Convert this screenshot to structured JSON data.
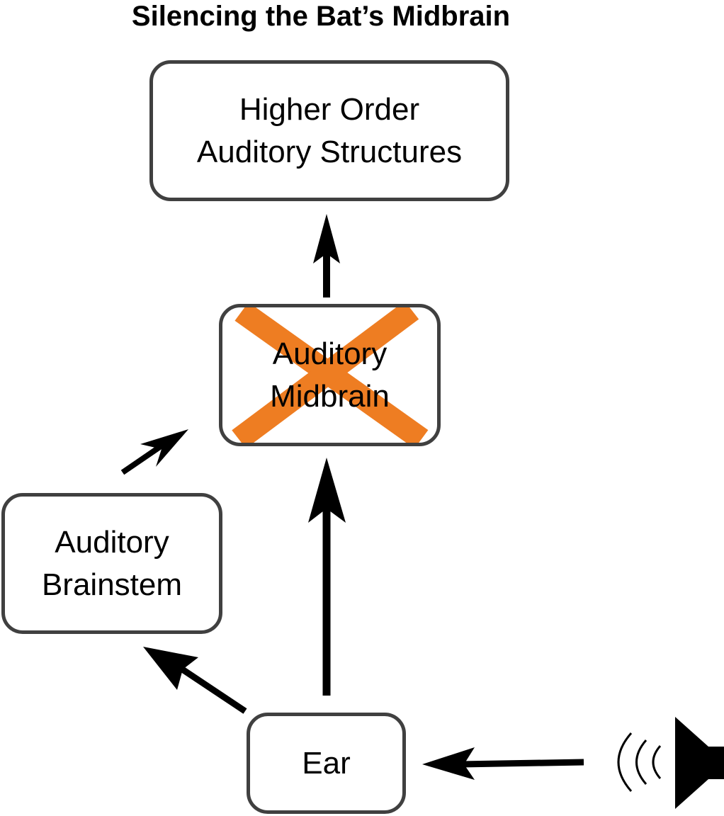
{
  "title": "Silencing the Bat’s Midbrain",
  "nodes": {
    "higher_order": {
      "line1": "Higher Order",
      "line2": "Auditory Structures"
    },
    "midbrain": {
      "line1": "Auditory",
      "line2": "Midbrain",
      "silenced": true
    },
    "brainstem": {
      "line1": "Auditory",
      "line2": "Brainstem"
    },
    "ear": {
      "line1": "Ear"
    }
  },
  "icons": {
    "sound_source": "speaker-icon",
    "sound_waves": "sound-waves-icon"
  },
  "colors": {
    "text": "#000000",
    "box_border": "#404040",
    "arrow": "#000000",
    "silence_mark": "#EE7D22"
  }
}
